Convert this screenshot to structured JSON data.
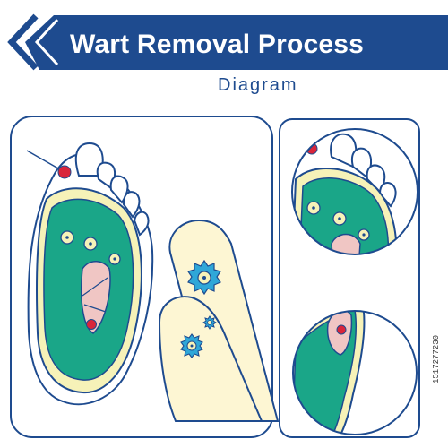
{
  "banner": {
    "title": "Wart Removal Process",
    "subtitle": "Diagram",
    "color": "#1e4b8f"
  },
  "watermark": {
    "id_text": "1517277230"
  },
  "colors": {
    "outline": "#1e4b8f",
    "sole_green": "#1aa688",
    "sole_yellow": "#f6f2b8",
    "wart_red": "#d9253b",
    "pink": "#f0c6c4",
    "skin": "#fdf6d3",
    "virus_blue": "#2fa7d8"
  }
}
